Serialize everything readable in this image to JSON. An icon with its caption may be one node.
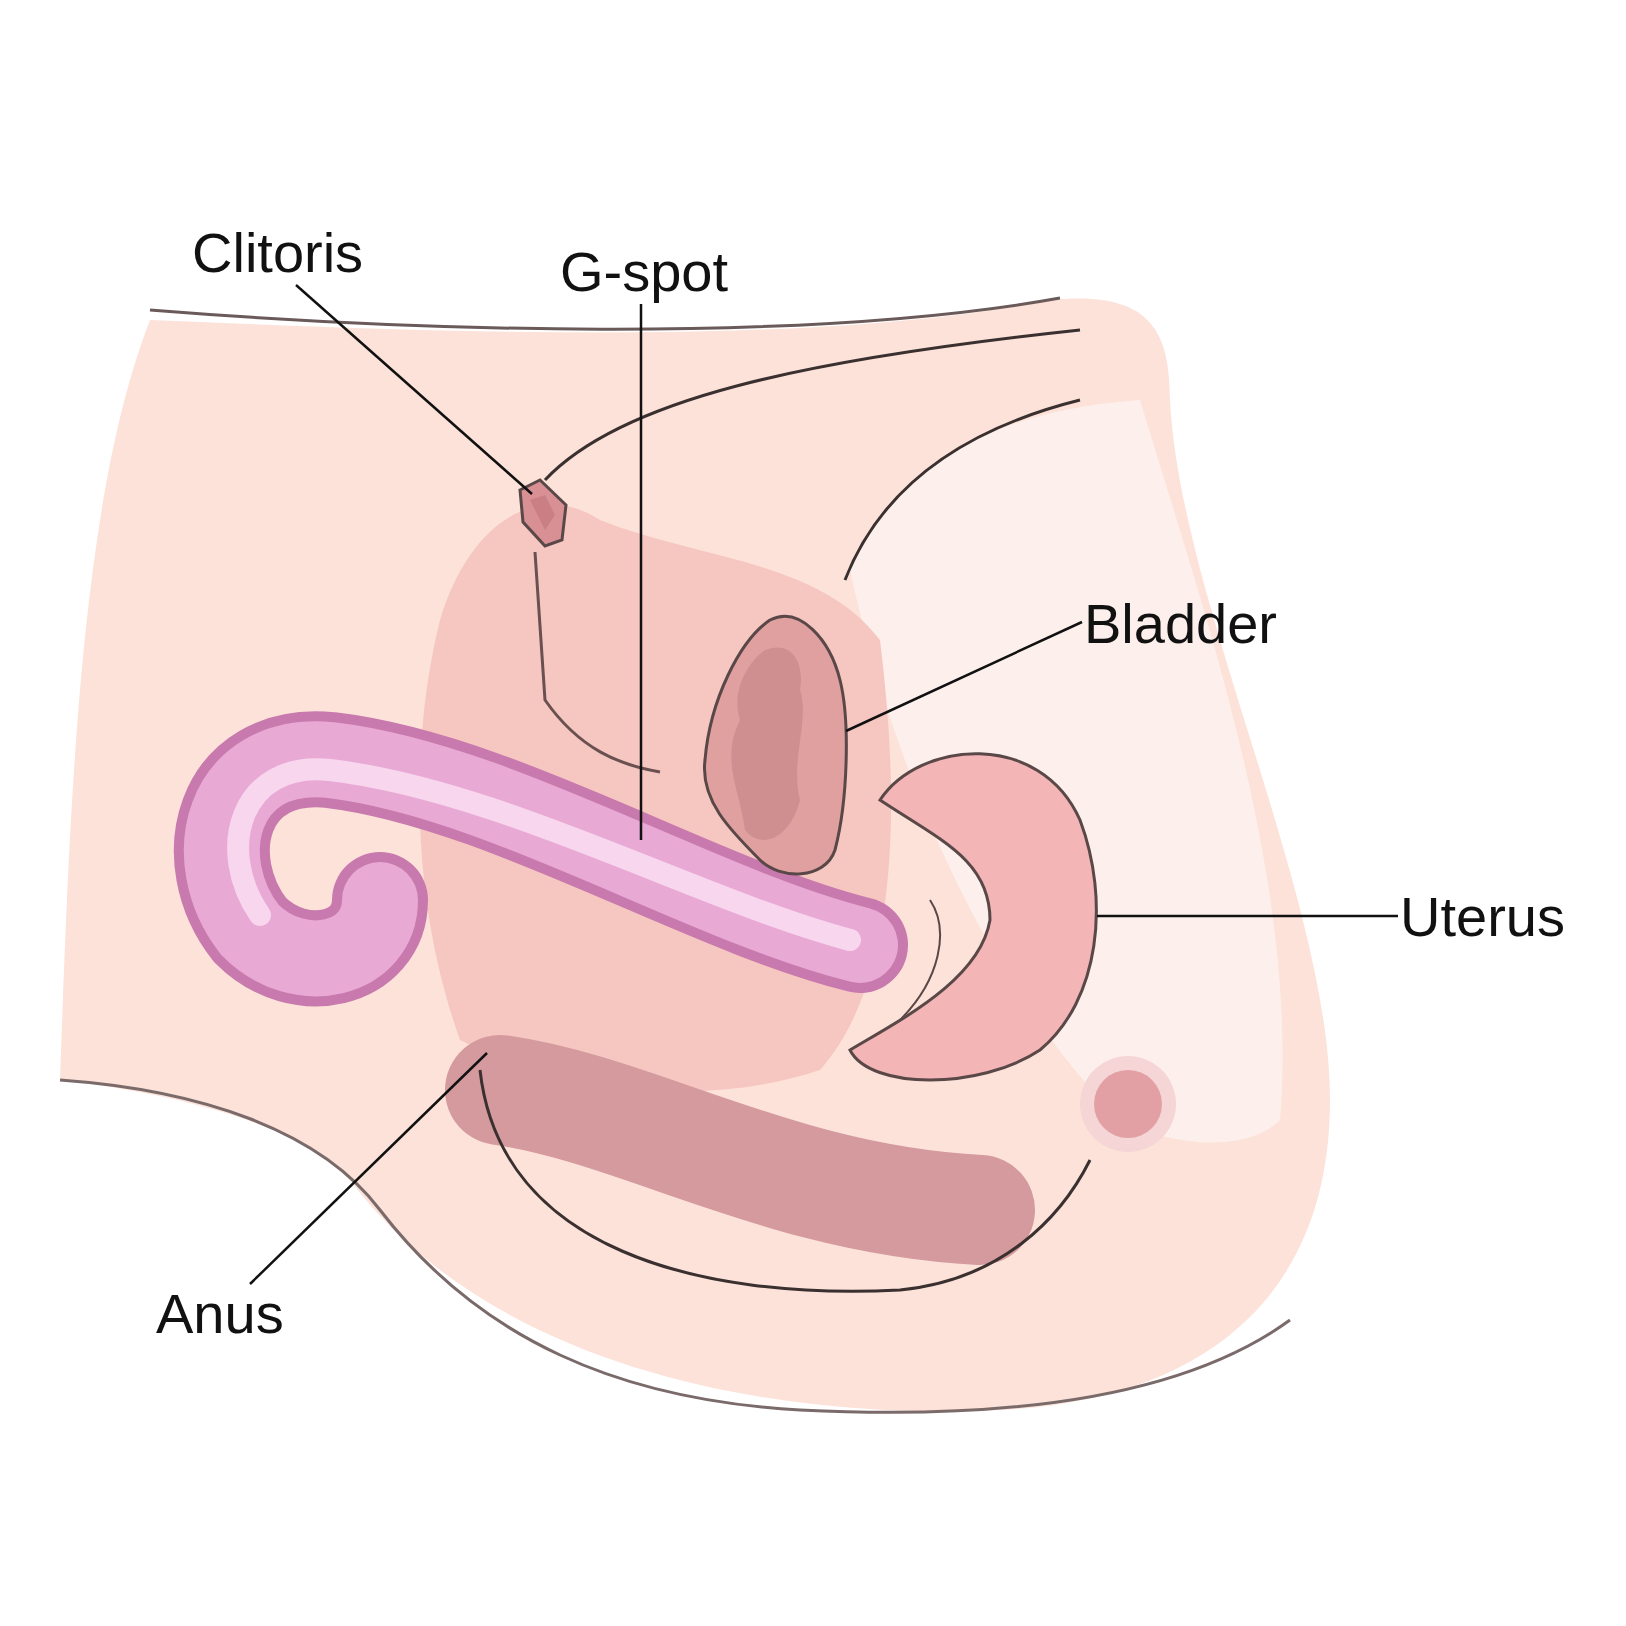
{
  "diagram": {
    "nodes": [
      {
        "text": [
          "Clitoris"
        ]
      },
      {
        "text": [
          "G-spot"
        ]
      },
      {
        "text": [
          "Bladder"
        ]
      },
      {
        "text": [
          "Uterus"
        ]
      },
      {
        "text": [
          "Anus"
        ]
      },
      {
        "text": [],
        "shape": "picture"
      },
      {
        "text": [],
        "shape": "picture"
      },
      {
        "text": [],
        "shape": "picture"
      }
    ],
    "edges": [
      {
        "from": 0,
        "to": 5,
        "arrow": "none"
      },
      {
        "from": 1,
        "to": null,
        "arrow": "none"
      },
      {
        "from": 2,
        "to": 6,
        "arrow": "none"
      },
      {
        "from": 3,
        "to": 7,
        "arrow": "none"
      },
      {
        "from": 4,
        "to": null,
        "arrow": "none"
      }
    ]
  }
}
